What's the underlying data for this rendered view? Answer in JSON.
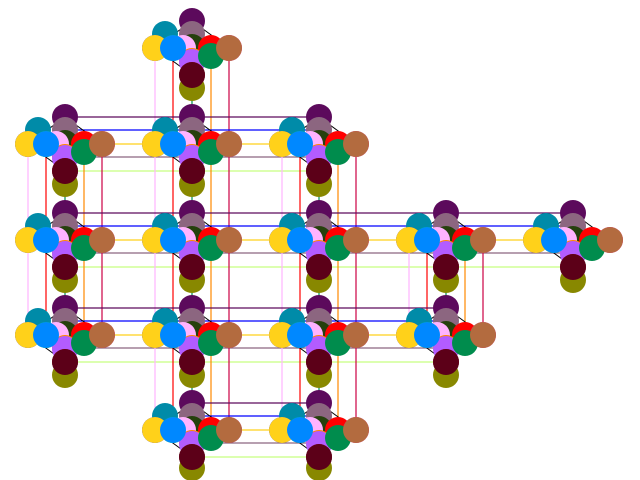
{
  "diagram": {
    "background": "#ffffff",
    "edge_color": "#000000",
    "node_colors": [
      "#0000ff",
      "#00ff00",
      "#ff0000",
      "#ff00aa",
      "#5c0a5c",
      "#008ba8",
      "#ffb3ff",
      "#00ffee",
      "#ffd11a",
      "#0088ff",
      "#008c4d",
      "#b36b3f",
      "#8c6680",
      "#26400d",
      "#ff8800",
      "#5c0018",
      "#c8ff80",
      "#b35cff",
      "#cc0044",
      "#888800"
    ],
    "units": [
      {
        "id": "u1",
        "col": 2,
        "row": 0
      },
      {
        "id": "u2",
        "col": 1,
        "row": 1
      },
      {
        "id": "u3",
        "col": 2,
        "row": 1
      },
      {
        "id": "u4",
        "col": 3,
        "row": 1
      },
      {
        "id": "u5",
        "col": 1,
        "row": 2
      },
      {
        "id": "u6",
        "col": 2,
        "row": 2
      },
      {
        "id": "u7",
        "col": 3,
        "row": 2
      },
      {
        "id": "u8",
        "col": 4,
        "row": 2
      },
      {
        "id": "u9",
        "col": 5,
        "row": 2
      },
      {
        "id": "u10",
        "col": 1,
        "row": 3
      },
      {
        "id": "u11",
        "col": 2,
        "row": 3
      },
      {
        "id": "u12",
        "col": 3,
        "row": 3
      },
      {
        "id": "u13",
        "col": 4,
        "row": 3
      },
      {
        "id": "u14",
        "col": 2,
        "row": 4
      },
      {
        "id": "u15",
        "col": 3,
        "row": 4
      }
    ]
  }
}
